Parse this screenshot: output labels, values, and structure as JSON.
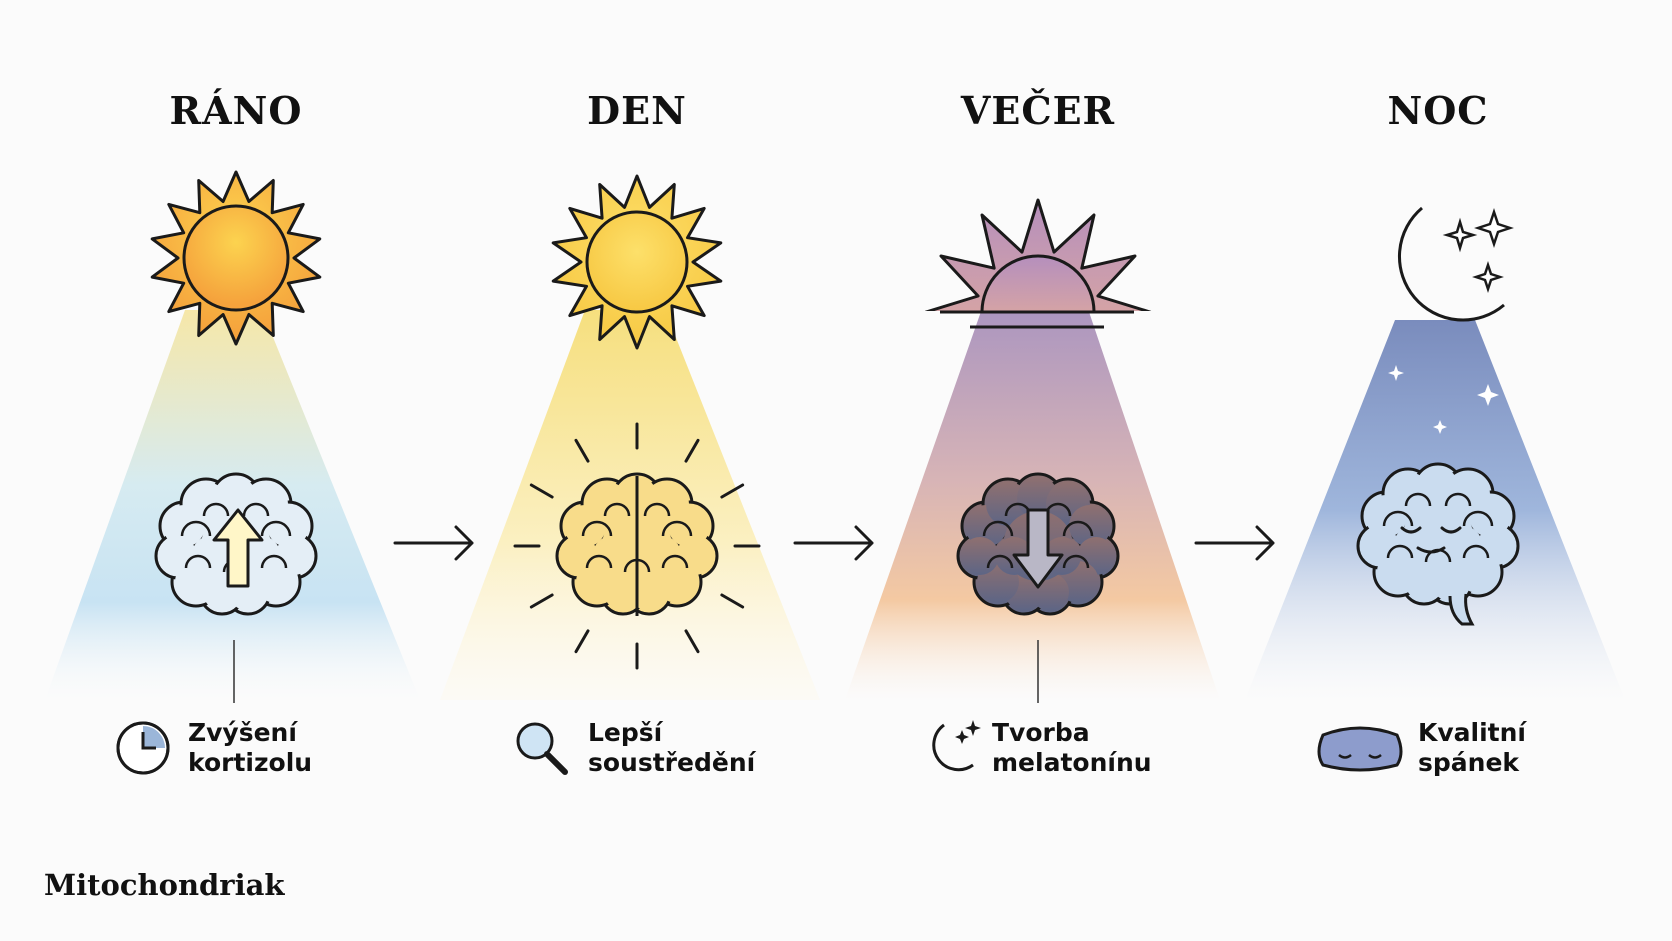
{
  "phases": [
    {
      "title": "RÁNO",
      "label_line1": "Zvýšení",
      "label_line2": "kortizolu",
      "icon": "clock-icon"
    },
    {
      "title": "DEN",
      "label_line1": "Lepší",
      "label_line2": "soustředění",
      "icon": "magnifier-icon"
    },
    {
      "title": "VEČER",
      "label_line1": "Tvorba",
      "label_line2": "melatonínu",
      "icon": "moon-stars-icon"
    },
    {
      "title": "NOC",
      "label_line1": "Kvalitní",
      "label_line2": "spánek",
      "icon": "sleep-mask-icon"
    }
  ],
  "brand": "Mitochondriak",
  "colors": {
    "sun": "#f8c94a",
    "sun_morning": "#f7a843",
    "dusk": "#a98cb4",
    "night": "#7f91c0",
    "outline": "#1a1a1a"
  }
}
